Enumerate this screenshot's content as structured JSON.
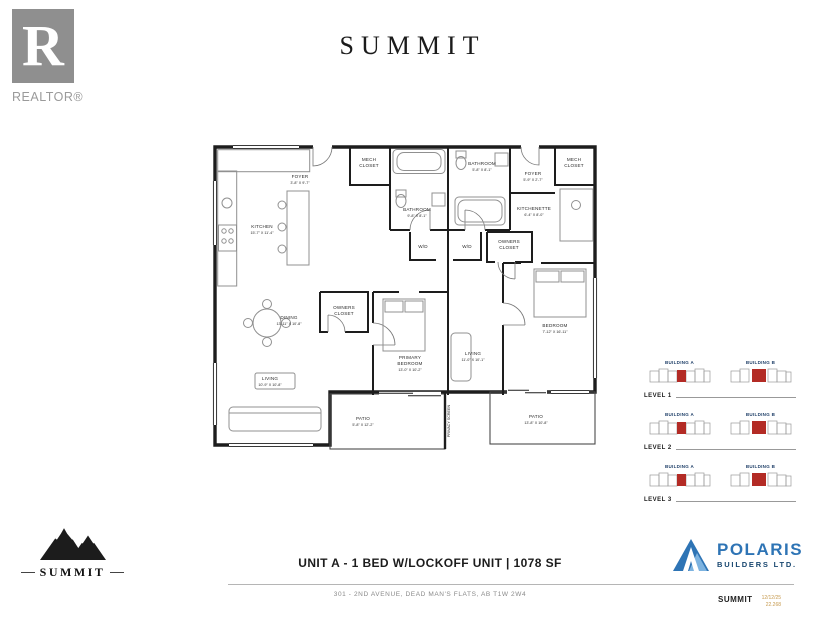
{
  "header": {
    "realtor_r": "R",
    "realtor_label": "REALTOR®",
    "title": "SUMMIT"
  },
  "plan": {
    "rooms": {
      "foyer_l": {
        "name": "FOYER",
        "dims": "3'-8\" X 9'-7\""
      },
      "mech_l": {
        "name": "MECH",
        "name2": "CLOSET"
      },
      "bath_l": {
        "name": "BATHROOM",
        "dims": "9'-8\" X 8'-1\""
      },
      "kitchen": {
        "name": "KITCHEN",
        "dims": "15'-7\" X 11'-4\""
      },
      "wd_l": {
        "name": "W/D"
      },
      "owners_l": {
        "name": "OWNERS",
        "name2": "CLOSET"
      },
      "dining": {
        "name": "DINING",
        "dims": "13'-11\" X 10'-8\""
      },
      "living_l": {
        "name": "LIVING",
        "dims": "10'-9\" X 10'-8\""
      },
      "primary": {
        "name": "PRIMARY",
        "name2": "BEDROOM",
        "dims": "13'-0\" X 10'-2\""
      },
      "patio_l": {
        "name": "PATIO",
        "dims": "5'-8\" X 12'-2\""
      },
      "privacy": {
        "name": "PRIVACY SCREEN"
      },
      "bath_r": {
        "name": "BATHROOM",
        "dims": "5'-8\" X 8'-1\""
      },
      "foyer_r": {
        "name": "FOYER",
        "dims": "5'-9\" X 2'-7\""
      },
      "mech_r": {
        "name": "MECH",
        "name2": "CLOSET"
      },
      "kitchenette": {
        "name": "KITCHENETTE",
        "dims": "6'-4\" X 8'-0\""
      },
      "wd_r": {
        "name": "W/D"
      },
      "owners_r": {
        "name": "OWNERS",
        "name2": "CLOSET"
      },
      "bedroom_r": {
        "name": "BEDROOM",
        "dims": "7'-12\" X 16'-11\""
      },
      "living_r": {
        "name": "LIVING",
        "dims": "11'-0\" X 10'-1\""
      },
      "patio_r": {
        "name": "PATIO",
        "dims": "13'-8\" X 10'-8\""
      }
    }
  },
  "key": {
    "highlight_color": "#b32b25",
    "levels": [
      {
        "label": "LEVEL 1",
        "buildings": [
          {
            "label": "BUILDING A"
          },
          {
            "label": "BUILDING B"
          }
        ]
      },
      {
        "label": "LEVEL 2",
        "buildings": [
          {
            "label": "BUILDING A"
          },
          {
            "label": "BUILDING B"
          }
        ]
      },
      {
        "label": "LEVEL 3",
        "buildings": [
          {
            "label": "BUILDING A"
          },
          {
            "label": "BUILDING B"
          }
        ]
      }
    ]
  },
  "footer": {
    "summit_logo_text": "SUMMIT",
    "unit_title": "UNIT A - 1 BED W/LOCKOFF UNIT | 1078 SF",
    "address": "301 - 2ND AVENUE, DEAD MAN'S FLATS, AB T1W 2W4",
    "polaris_name": "POLARIS",
    "polaris_sub": "BUILDERS LTD.",
    "stamp_name": "SUMMIT",
    "stamp_date": "12/12/25",
    "stamp_num": "22.268"
  }
}
